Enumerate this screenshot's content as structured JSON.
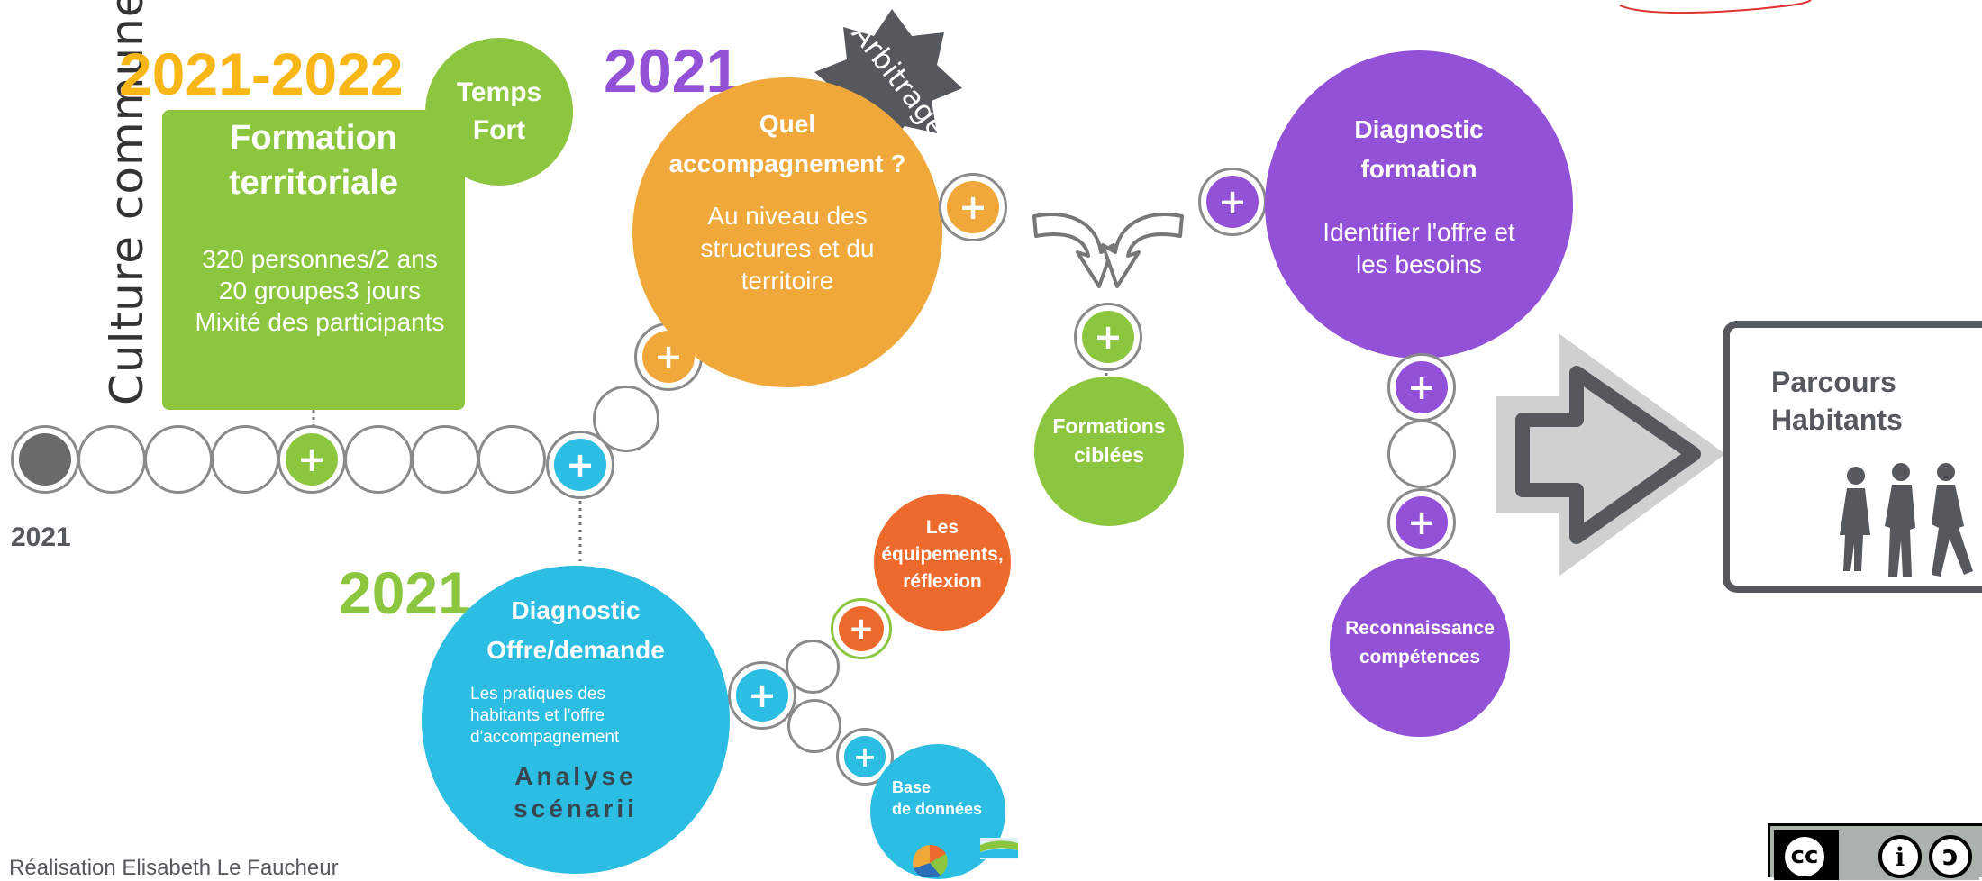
{
  "colors": {
    "green": "#8cc63f",
    "orange": "#f0a83a",
    "purple": "#9351d8",
    "blue": "#2cbde2",
    "red_orange": "#ee6a2c",
    "yellow": "#f8b617",
    "dark_gray": "#55585c"
  },
  "timeline": {
    "year_label": "2021"
  },
  "culture_commune": "Culture commune",
  "formation_territoriale": {
    "years": "2021-2022",
    "title_line1": "Formation",
    "title_line2": "territoriale",
    "line1": "320 personnes/2 ans",
    "line2": "20 groupes3 jours",
    "line3": "Mixité des participants"
  },
  "temps_fort": {
    "line1": "Temps",
    "line2": "Fort"
  },
  "accompagnement": {
    "year": "2021",
    "badge": "Arbitrage",
    "title_line1": "Quel",
    "title_line2": "accompagnement ?",
    "line1": "Au niveau des",
    "line2": "structures et du",
    "line3": "territoire"
  },
  "diagnostic_formation": {
    "title_line1": "Diagnostic",
    "title_line2": "formation",
    "line1": "Identifier l'offre et",
    "line2": "les besoins"
  },
  "formations_ciblees": {
    "line1": "Formations",
    "line2": "ciblées"
  },
  "parcours_habitants": {
    "line1": "Parcours",
    "line2": "Habitants"
  },
  "reconnaissance": {
    "line1": "Reconnaissance",
    "line2": "compétences"
  },
  "diagnostic_offre": {
    "year": "2021",
    "title_line1": "Diagnostic",
    "title_line2": "Offre/demande",
    "line1": "Les pratiques des",
    "line2": "habitants et l'offre",
    "line3": "d'accompagnement",
    "analyse_line1": "Analyse",
    "analyse_line2": "scénarii"
  },
  "equipements": {
    "line1": "Les",
    "line2": "équipements,",
    "line3": "réflexion"
  },
  "base_donnees": {
    "line1": "Base",
    "line2": "de données"
  },
  "plus_symbol": "+",
  "footer": {
    "credit": "Réalisation Elisabeth Le Faucheur"
  },
  "license": {
    "cc": "cc",
    "by": "i",
    "sa": "ↄ"
  }
}
